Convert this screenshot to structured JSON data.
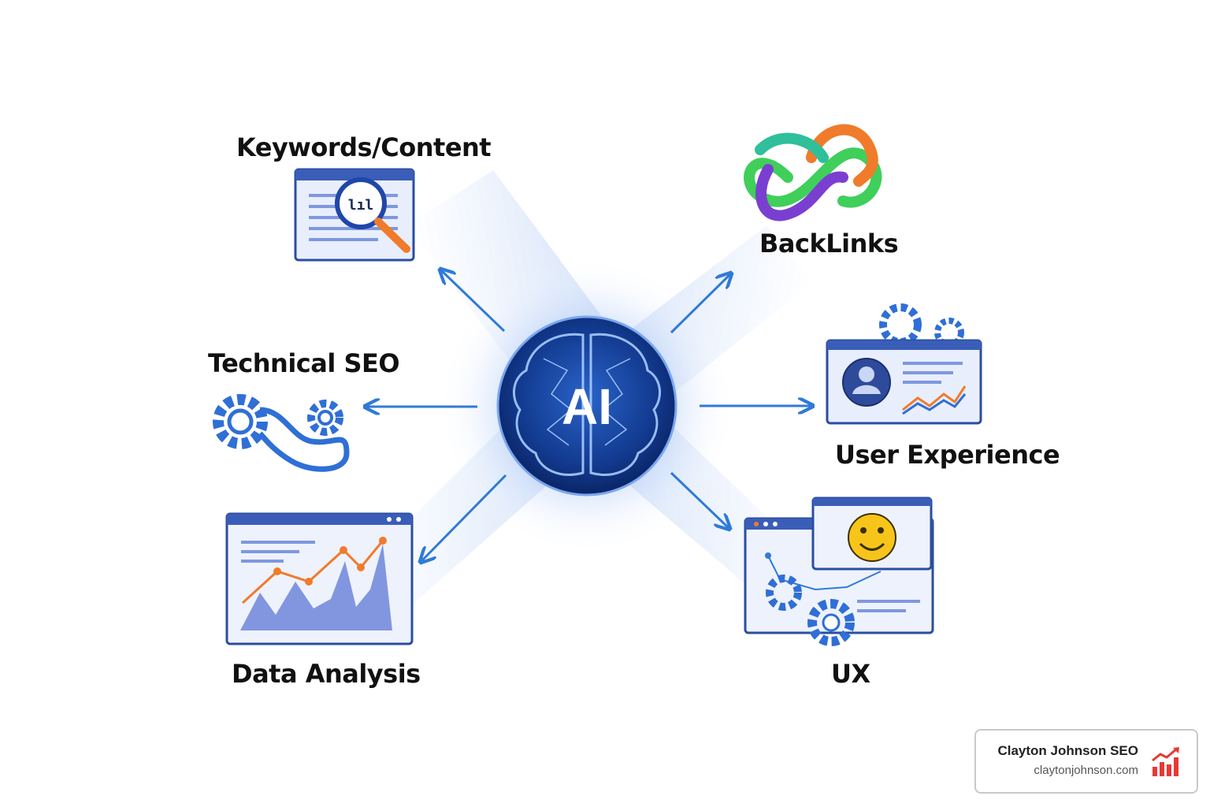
{
  "center": {
    "label": "AI",
    "icon": "brain-icon"
  },
  "nodes": {
    "keywords": {
      "label": "Keywords/Content",
      "icon": "search-document-icon"
    },
    "backlinks": {
      "label": "BackLinks",
      "icon": "link-loop-icon"
    },
    "technical": {
      "label": "Technical SEO",
      "icon": "gears-icon"
    },
    "userexp": {
      "label": "User Experience",
      "icon": "user-profile-icon"
    },
    "data": {
      "label": "Data Analysis",
      "icon": "chart-window-icon"
    },
    "ux": {
      "label": "UX",
      "icon": "smiley-window-icon"
    }
  },
  "brand": {
    "name": "Clayton Johnson SEO",
    "url": "claytonjohnson.com",
    "icon": "bar-chart-up-icon"
  },
  "colors": {
    "primary_blue": "#2f6fd6",
    "navy": "#0f2a72",
    "orange": "#f07b2b",
    "green": "#3fcf5a",
    "purple": "#7a3fd1",
    "red": "#e53935"
  }
}
